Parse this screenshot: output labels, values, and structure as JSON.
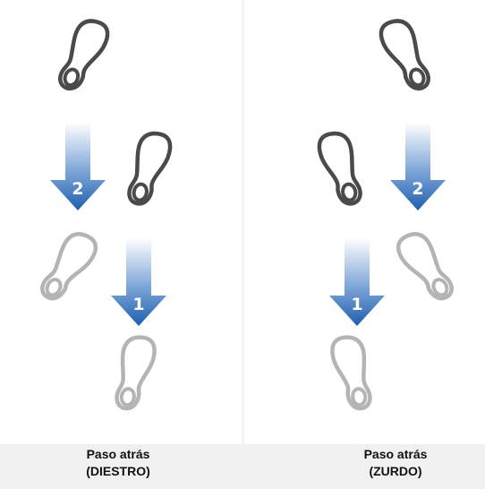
{
  "colors": {
    "footprint_start": "#4a4a4a",
    "footprint_end": "#b4b4b4",
    "arrow_dark": "#1f5fae",
    "arrow_light": "#ffffff",
    "footer_bg": "#f0f0f0",
    "caption_text": "#111111"
  },
  "diagrams": [
    {
      "caption_line1": "Paso atrás",
      "caption_line2": "(DIESTRO)",
      "steps": [
        {
          "number": "2"
        },
        {
          "number": "1"
        }
      ]
    },
    {
      "caption_line1": "Paso atrás",
      "caption_line2": "(ZURDO)",
      "steps": [
        {
          "number": "2"
        },
        {
          "number": "1"
        }
      ]
    }
  ]
}
